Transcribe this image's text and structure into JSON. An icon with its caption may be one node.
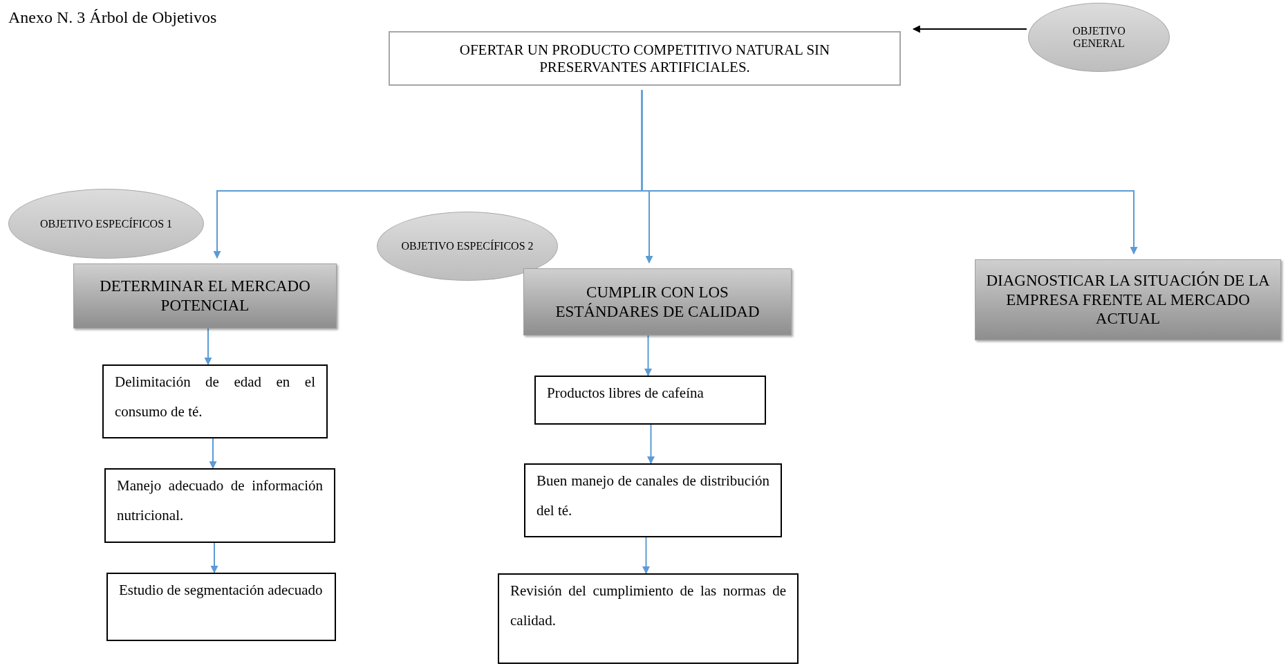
{
  "diagram": {
    "title": "Anexo N. 3 Árbol de Objetivos",
    "nodes": [
      {
        "text": [
          "OFERTAR UN PRODUCTO COMPETITIVO NATURAL SIN PRESERVANTES ARTIFICIALES."
        ]
      },
      {
        "text": [
          "OBJETIVO GENERAL"
        ]
      },
      {
        "text": [
          "OBJETIVO ESPECÍFICOS 1"
        ]
      },
      {
        "text": [
          "DETERMINAR EL MERCADO POTENCIAL"
        ]
      },
      {
        "text": [
          "OBJETIVO ESPECÍFICOS 2"
        ]
      },
      {
        "text": [
          "CUMPLIR CON LOS ESTÁNDARES DE CALIDAD"
        ]
      },
      {
        "text": [
          "DIAGNOSTICAR LA SITUACIÓN DE LA EMPRESA FRENTE AL MERCADO ACTUAL"
        ]
      },
      {
        "text": [
          "Delimitación de edad en el consumo de té."
        ]
      },
      {
        "text": [
          "Manejo adecuado de información nutricional."
        ]
      },
      {
        "text": [
          "Estudio de segmentación adecuado"
        ]
      },
      {
        "text": [
          "Productos libres de cafeína"
        ]
      },
      {
        "text": [
          "Buen manejo de canales de distribución del té."
        ]
      },
      {
        "text": [
          "Revisión del cumplimiento de las normas de calidad."
        ]
      }
    ],
    "edges": [
      {
        "from": 1,
        "to": 0,
        "arrow": "to",
        "color": "#000000"
      },
      {
        "from": 0,
        "to": 3,
        "arrow": "to"
      },
      {
        "from": 0,
        "to": 5,
        "arrow": "to"
      },
      {
        "from": 0,
        "to": 6,
        "arrow": "to"
      },
      {
        "from": 3,
        "to": 7,
        "arrow": "to"
      },
      {
        "from": 7,
        "to": 8,
        "arrow": "to"
      },
      {
        "from": 8,
        "to": 9,
        "arrow": "to"
      },
      {
        "from": 5,
        "to": 10,
        "arrow": "to"
      },
      {
        "from": 10,
        "to": 11,
        "arrow": "to"
      },
      {
        "from": 11,
        "to": 12,
        "arrow": "to"
      }
    ]
  }
}
